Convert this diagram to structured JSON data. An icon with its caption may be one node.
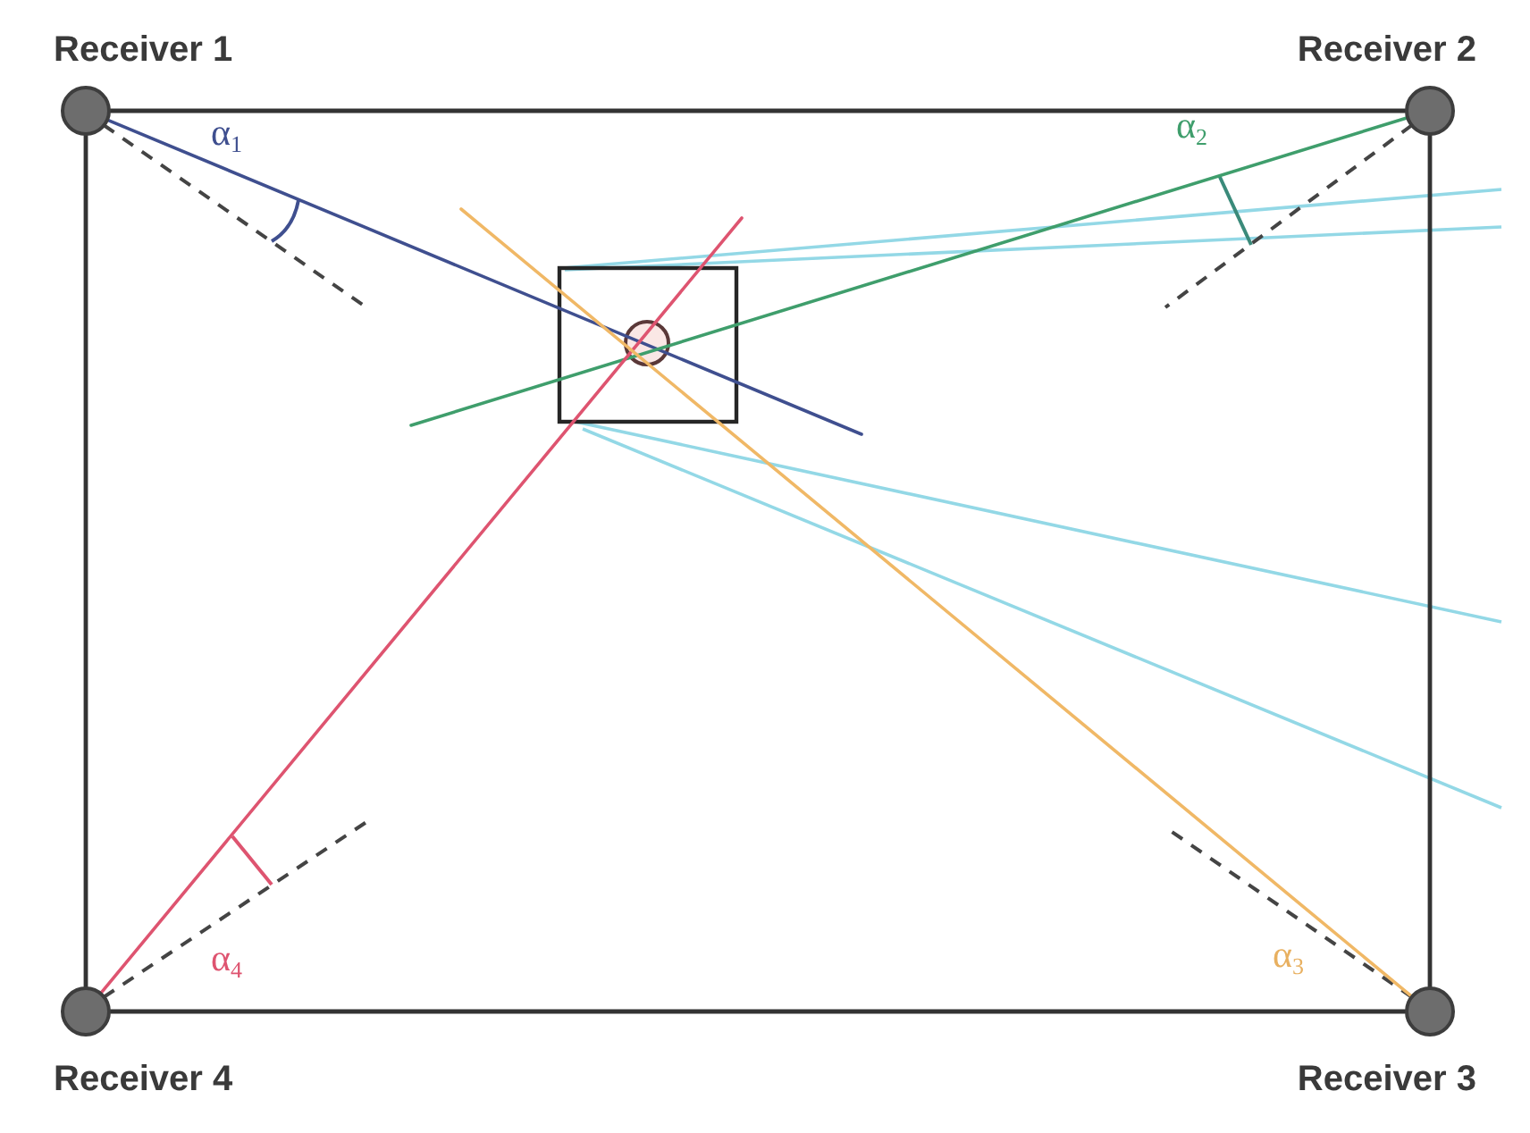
{
  "diagram": {
    "nodes": [
      {
        "text": [
          "Receiver 1"
        ]
      },
      {
        "text": [
          "Receiver 2"
        ]
      },
      {
        "text": [
          "Receiver 4"
        ]
      },
      {
        "text": [
          "Receiver 3"
        ]
      }
    ],
    "edges": [
      {
        "from": 0,
        "to": null,
        "arrow": "none",
        "color": "#3f4f8f"
      },
      {
        "from": 1,
        "to": null,
        "arrow": "none",
        "color": "#3f9e6c"
      },
      {
        "from": 2,
        "to": null,
        "arrow": "none",
        "color": "#de5470"
      },
      {
        "from": 3,
        "to": null,
        "arrow": "none",
        "color": "#f0b866"
      },
      {
        "from": 0,
        "to": 1,
        "arrow": "none"
      },
      {
        "from": 1,
        "to": 3,
        "arrow": "none"
      },
      {
        "from": 3,
        "to": 2,
        "arrow": "none"
      },
      {
        "from": 2,
        "to": 0,
        "arrow": "none"
      }
    ],
    "labels": [
      "α$_{1}$",
      "α$_{2}$",
      "α$_{4}$",
      "α$_{3}$"
    ]
  }
}
